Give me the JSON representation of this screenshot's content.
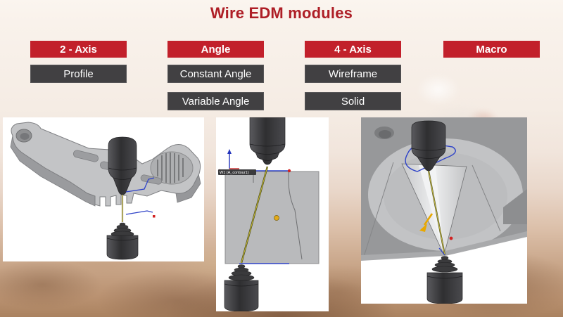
{
  "title": {
    "text": "Wire EDM modules"
  },
  "columns": [
    {
      "header": "2 - Axis",
      "buttons": [
        "Profile"
      ]
    },
    {
      "header": "Angle",
      "buttons": [
        "Constant Angle",
        "Variable Angle"
      ]
    },
    {
      "header": "4 - Axis",
      "buttons": [
        "Wireframe",
        "Solid"
      ]
    },
    {
      "header": "Macro",
      "buttons": []
    }
  ],
  "previews": {
    "angle_view": {
      "contour_label": "W1 (A_contour1)"
    }
  },
  "colors": {
    "accent_red": "#C2202B",
    "title_red": "#AE1E26",
    "button_dark": "#414042",
    "toolpath_blue": "#2F43C8",
    "wire_yellow": "#C9BD37",
    "marker_red": "#D12222",
    "marker_yellow": "#E2AA1A"
  }
}
